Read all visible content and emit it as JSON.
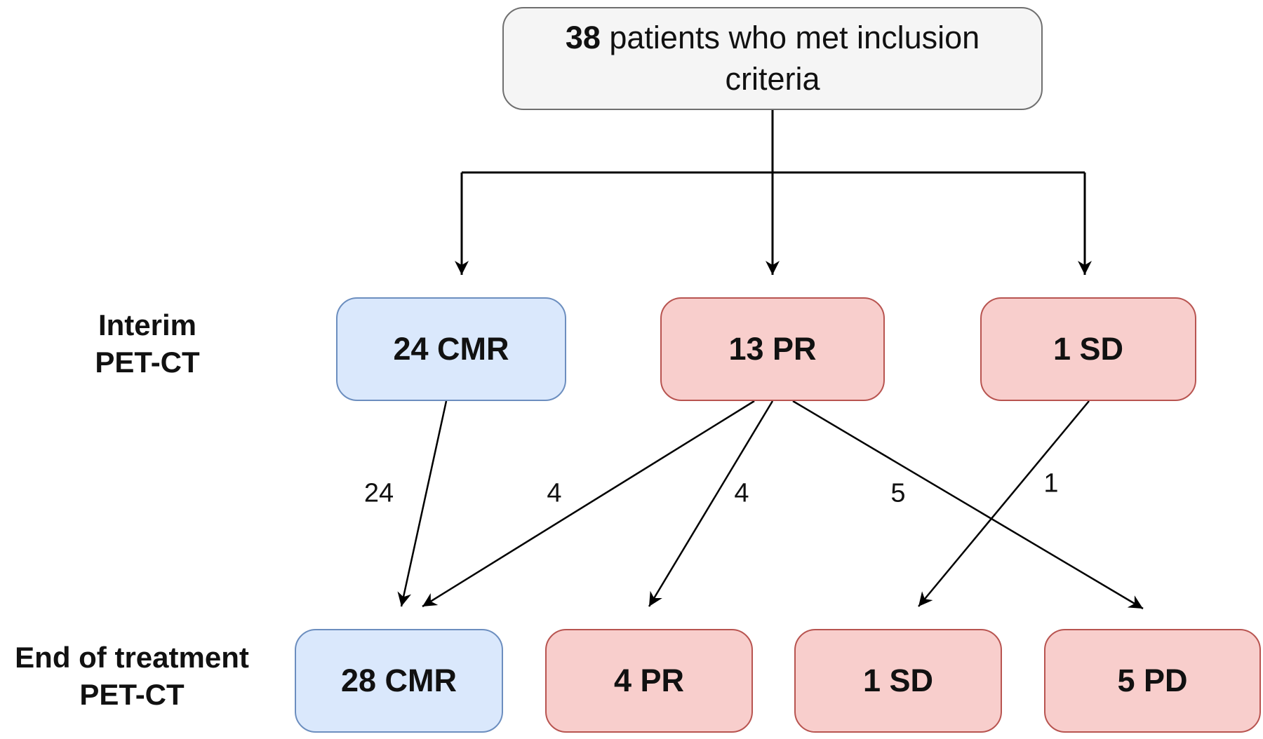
{
  "top": {
    "count": "38",
    "text": " patients who met inclusion criteria"
  },
  "stages": {
    "interim": [
      "Interim",
      "PET-CT"
    ],
    "end": [
      "End of treatment",
      "PET-CT"
    ]
  },
  "interim": {
    "cmr": "24  CMR",
    "pr": "13 PR",
    "sd": "1 SD"
  },
  "end": {
    "cmr": "28  CMR",
    "pr": "4 PR",
    "sd": "1 SD",
    "pd": "5 PD"
  },
  "flows": {
    "cmr_to_cmr": "24",
    "pr_to_cmr": "4",
    "pr_to_pr": "4",
    "pr_to_pd": "5",
    "sd_to_sd": "1"
  },
  "colors": {
    "top_fill": "#f5f5f5",
    "top_stroke": "#6f6f6f",
    "blue_fill": "#dae8fc",
    "blue_stroke": "#6c8ebf",
    "red_fill": "#f8cecc",
    "red_stroke": "#b85450"
  }
}
